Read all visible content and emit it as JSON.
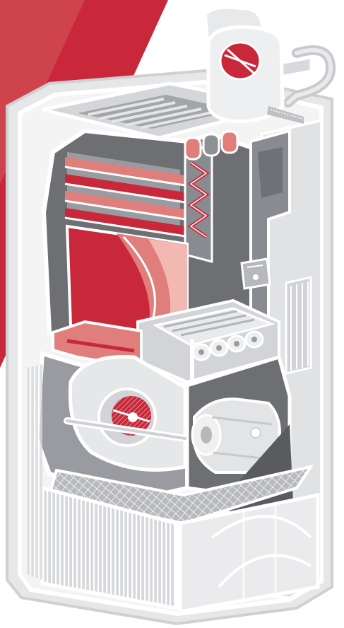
{
  "illustration": {
    "subject": "furnace-cutaway",
    "colors": {
      "accent_red": "#c8283a",
      "light_red": "#e07e7b",
      "pale_red": "#f1b9b2",
      "dark_gray": "#6e6f73",
      "mid_gray": "#9a9ba0",
      "light_gray": "#cfd0d3",
      "pale_gray": "#e6e7e9",
      "outline_white": "#ffffff"
    },
    "components": [
      {
        "id": "corner-banner",
        "icon": "red-triangle"
      },
      {
        "id": "cabinet",
        "icon": "cabinet-outline"
      },
      {
        "id": "exhaust-pipe",
        "icon": "pipe"
      },
      {
        "id": "inducer-motor",
        "icon": "motor-with-red-fan"
      },
      {
        "id": "heat-exchanger",
        "icon": "ribbed-exchanger"
      },
      {
        "id": "combustion-chamber",
        "icon": "red-chamber"
      },
      {
        "id": "gas-valve",
        "icon": "valve-box"
      },
      {
        "id": "burner-assembly",
        "icon": "burner-tubes"
      },
      {
        "id": "blower-wheel",
        "icon": "fan-wheel"
      },
      {
        "id": "blower-motor",
        "icon": "motor"
      },
      {
        "id": "air-filter",
        "icon": "grid-filter"
      },
      {
        "id": "base-grille",
        "icon": "vertical-grille"
      }
    ]
  }
}
